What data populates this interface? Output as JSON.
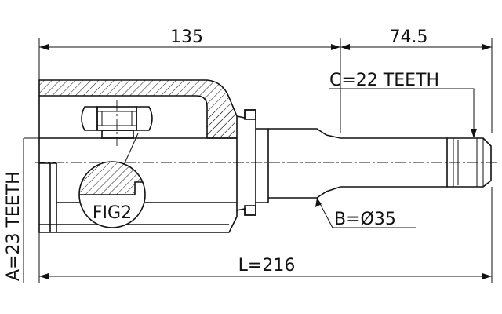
{
  "dimensions": {
    "housing_length": "135",
    "shaft_length": "74.5",
    "overall_length": "L=216",
    "outer_spline": "A=23 TEETH",
    "inner_spline": "C=22 TEETH",
    "shaft_diameter": "B=Ø35"
  },
  "detail": {
    "label": "FIG2"
  }
}
